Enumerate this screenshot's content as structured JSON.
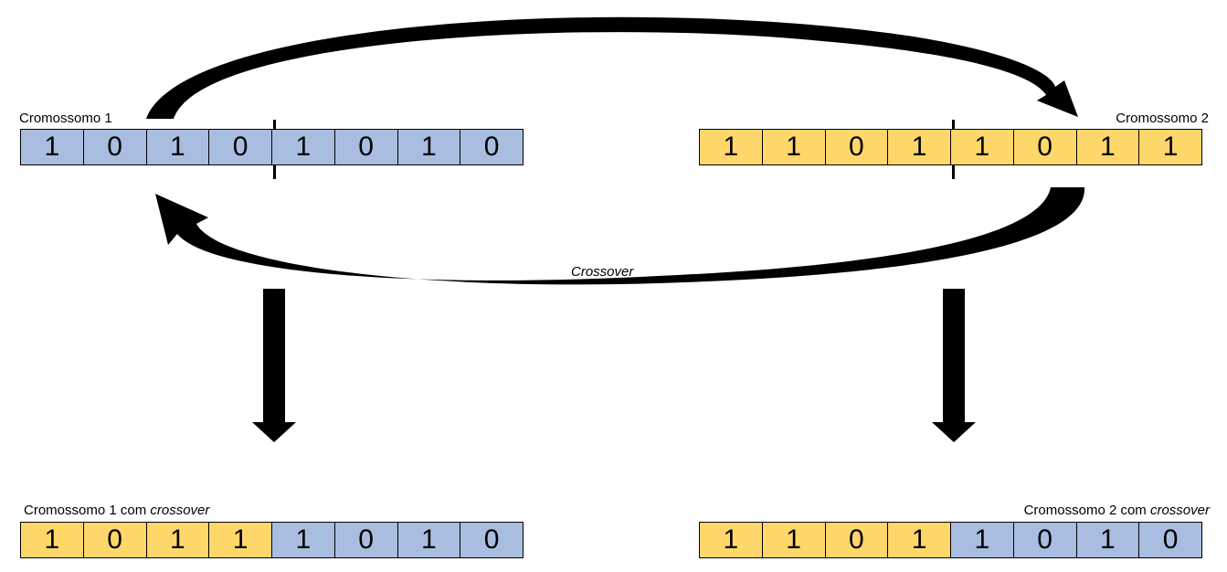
{
  "chromosome1": {
    "label": "Cromossomo 1",
    "genes": [
      "1",
      "0",
      "1",
      "0",
      "1",
      "0",
      "1",
      "0"
    ]
  },
  "chromosome2": {
    "label": "Cromossomo 2",
    "genes": [
      "1",
      "1",
      "0",
      "1",
      "1",
      "0",
      "1",
      "1"
    ]
  },
  "crossover_label": "Crossover",
  "child1": {
    "label_prefix": "Cromossomo 1 com ",
    "label_italic": "crossover",
    "genes": [
      "1",
      "0",
      "1",
      "1",
      "1",
      "0",
      "1",
      "0"
    ],
    "colors": [
      "yellow",
      "yellow",
      "yellow",
      "yellow",
      "blue",
      "blue",
      "blue",
      "blue"
    ]
  },
  "child2": {
    "label_prefix": "Cromossomo 2 com ",
    "label_italic": "crossover",
    "genes": [
      "1",
      "1",
      "0",
      "1",
      "1",
      "0",
      "1",
      "0"
    ],
    "colors": [
      "yellow",
      "yellow",
      "yellow",
      "yellow",
      "blue",
      "blue",
      "blue",
      "blue"
    ]
  },
  "colors": {
    "blue": "#a9bde0",
    "yellow": "#fed76b"
  }
}
